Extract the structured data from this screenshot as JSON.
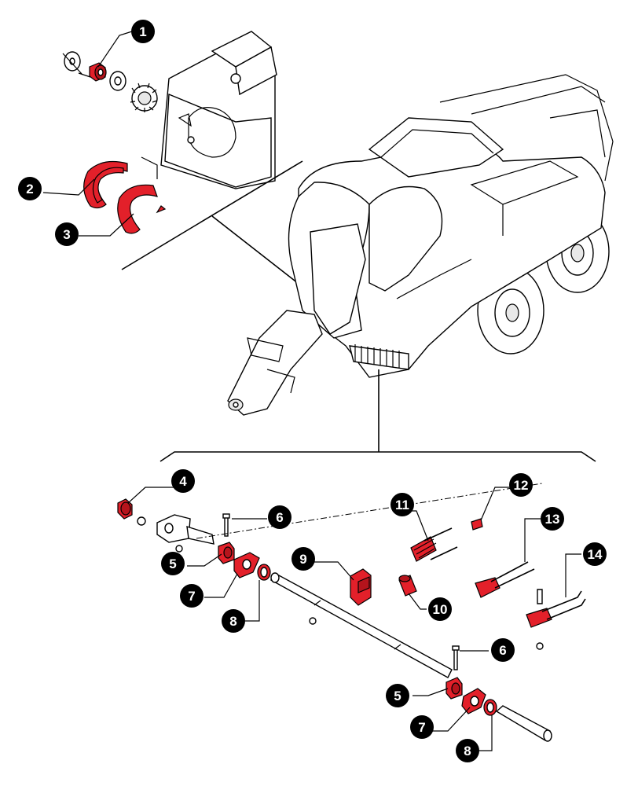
{
  "diagram": {
    "type": "exploded-parts-diagram",
    "colors": {
      "highlight_part": "#e3202a",
      "callout_fill": "#000000",
      "callout_text": "#ffffff",
      "line": "#000000"
    },
    "callouts": [
      {
        "id": "c1",
        "label": "1"
      },
      {
        "id": "c2",
        "label": "2"
      },
      {
        "id": "c3",
        "label": "3"
      },
      {
        "id": "c4",
        "label": "4"
      },
      {
        "id": "c5a",
        "label": "5"
      },
      {
        "id": "c6a",
        "label": "6"
      },
      {
        "id": "c7a",
        "label": "7"
      },
      {
        "id": "c8a",
        "label": "8"
      },
      {
        "id": "c9",
        "label": "9"
      },
      {
        "id": "c10",
        "label": "10"
      },
      {
        "id": "c11",
        "label": "11"
      },
      {
        "id": "c12",
        "label": "12"
      },
      {
        "id": "c13",
        "label": "13"
      },
      {
        "id": "c14",
        "label": "14"
      },
      {
        "id": "c6b",
        "label": "6"
      },
      {
        "id": "c5b",
        "label": "5"
      },
      {
        "id": "c7b",
        "label": "7"
      },
      {
        "id": "c8b",
        "label": "8"
      }
    ]
  }
}
